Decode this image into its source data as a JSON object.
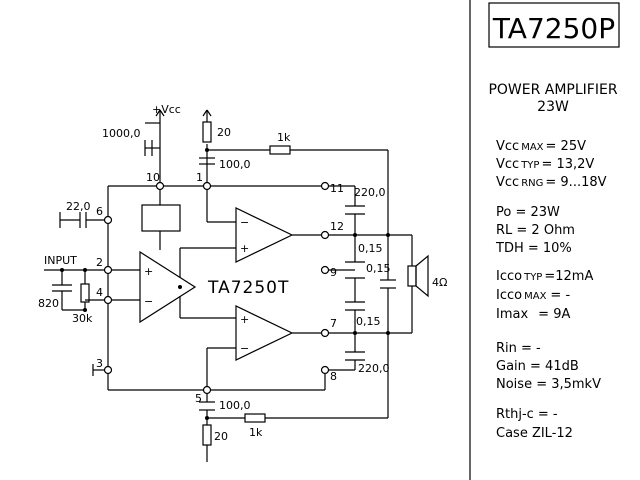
{
  "part_number": "TA7250P",
  "heading_line1": "POWER AMPLIFIER",
  "heading_line2": "23W",
  "specs": {
    "vcc_max": {
      "name": "Vcc",
      "sub": "MAX",
      "value": "= 25V"
    },
    "vcc_typ": {
      "name": "Vcc",
      "sub": "TYP",
      "value": "= 13,2V"
    },
    "vcc_rng": {
      "name": "Vcc",
      "sub": "RNG",
      "value": "= 9...18V"
    },
    "po": "Po = 23W",
    "rl": "RL = 2 Ohm",
    "tdh": "TDH = 10%",
    "icco_typ": {
      "name": "Icco",
      "sub": "TYP",
      "value": "=12mA"
    },
    "icco_max": {
      "name": "Icco",
      "sub": "MAX",
      "value": "= -"
    },
    "imax": {
      "name": "Imax",
      "value": "= 9A"
    },
    "rin": "Rin = -",
    "gain": "Gain = 41dB",
    "noise": "Noise = 3,5mkV",
    "rthj": {
      "name": "Rthj-c",
      "value": "= -"
    },
    "case": "Case ZIL-12"
  },
  "schematic": {
    "ic_name": "TA7250T",
    "supply_label": "+Vcc",
    "input_label": "INPUT",
    "speaker_label": "4Ω",
    "components": {
      "c_1000": "1000,0",
      "r_20_top": "20",
      "r_1k_top": "1k",
      "c_100_top": "100,0",
      "c_22": "22,0",
      "c_220_top": "220,0",
      "c_015_a": "0,15",
      "c_015_b": "0,15",
      "c_015_c": "0,15",
      "c_820": "820",
      "r_30k": "30k",
      "c_220_bot": "220,0",
      "c_100_bot": "100,0",
      "r_1k_bot": "1k",
      "r_20_bot": "20"
    },
    "pins": {
      "p1": "1",
      "p2": "2",
      "p3": "3",
      "p4": "4",
      "p5": "5",
      "p6": "6",
      "p7": "7",
      "p8": "8",
      "p9": "9",
      "p10": "10",
      "p11": "11",
      "p12": "12"
    },
    "opamp_signs": {
      "plus": "+",
      "minus": "−"
    }
  }
}
